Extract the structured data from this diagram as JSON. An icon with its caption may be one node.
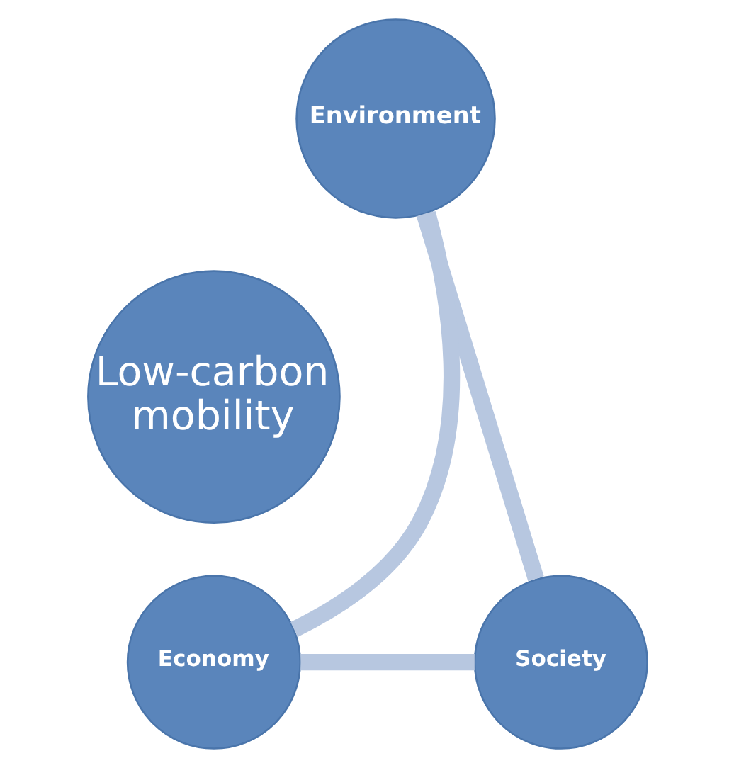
{
  "diagram": {
    "nodes": [
      {
        "text": [
          "Environment"
        ]
      },
      {
        "text": [
          "Low-carbon mobility"
        ]
      },
      {
        "text": [
          "Economy"
        ]
      },
      {
        "text": [
          "Society"
        ]
      }
    ],
    "edges": [
      {
        "from": 0,
        "to": 3,
        "arrow": "none"
      },
      {
        "from": 3,
        "to": 2,
        "arrow": "none"
      },
      {
        "from": 2,
        "to": 0,
        "arrow": "none"
      }
    ]
  }
}
